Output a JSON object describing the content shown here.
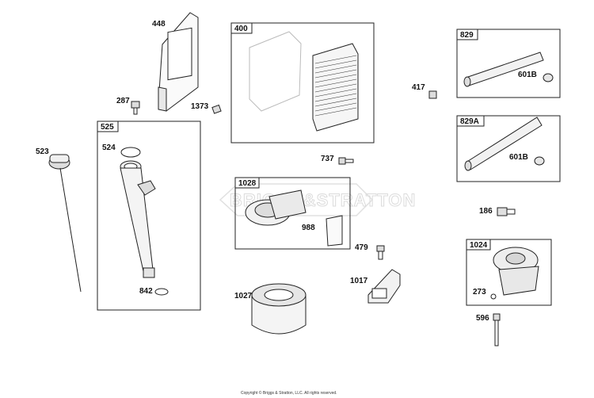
{
  "diagram": {
    "boxes": [
      {
        "id": "525"
      },
      {
        "id": "400"
      },
      {
        "id": "829"
      },
      {
        "id": "829A"
      },
      {
        "id": "1028"
      },
      {
        "id": "1024"
      }
    ],
    "callouts": {
      "p448": "448",
      "p287": "287",
      "p1373": "1373",
      "p523": "523",
      "p524": "524",
      "p842": "842",
      "p417": "417",
      "p601b_a": "601B",
      "p601b_b": "601B",
      "p737": "737",
      "p988": "988",
      "p186": "186",
      "p479": "479",
      "p1017": "1017",
      "p1027": "1027",
      "p273": "273",
      "p596": "596"
    },
    "watermark": "BRIGGS&STRATTON",
    "copyright": "Copyright © Briggs & Stratton, LLC. All rights reserved."
  }
}
